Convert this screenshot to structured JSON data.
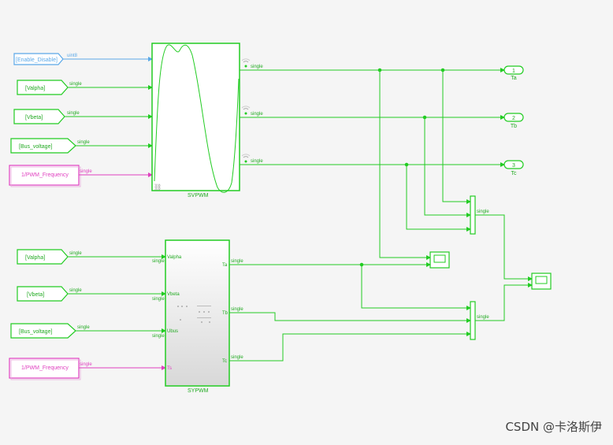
{
  "colors": {
    "green": "#22cc22",
    "green_dark": "#1aa01a",
    "blue": "#5aa8e8",
    "magenta": "#e040c0",
    "bg": "#f5f5f5"
  },
  "top": {
    "inputs": [
      "[Enable_Disable]",
      "[Valpha]",
      "[Vbeta]",
      "[Bus_voltage]",
      "1/PWM_Frequency"
    ],
    "input_types": [
      "uint8",
      "single",
      "single",
      "single",
      "single"
    ],
    "block_name": "SVPWM",
    "output_types": [
      "single",
      "single",
      "single"
    ],
    "outports": [
      {
        "num": "1",
        "name": "Ta"
      },
      {
        "num": "2",
        "name": "Tb"
      },
      {
        "num": "3",
        "name": "Tc"
      }
    ],
    "mux_type": "single"
  },
  "bottom": {
    "inputs": [
      "[Valpha]",
      "[Vbeta]",
      "[Bus_voltage]",
      "1/PWM_Frequency"
    ],
    "input_types": [
      "single",
      "single",
      "single",
      "single"
    ],
    "in_ports": [
      "Valpha",
      "Vbeta",
      "Ubus",
      "Ts"
    ],
    "in_port_types": [
      "single",
      "single",
      "single"
    ],
    "out_ports": [
      "Ta",
      "Tb",
      "Tc"
    ],
    "output_types": [
      "single",
      "single",
      "single"
    ],
    "block_name": "SYPWM",
    "mux_type": "single"
  },
  "watermark": "CSDN @卡洛斯伊"
}
